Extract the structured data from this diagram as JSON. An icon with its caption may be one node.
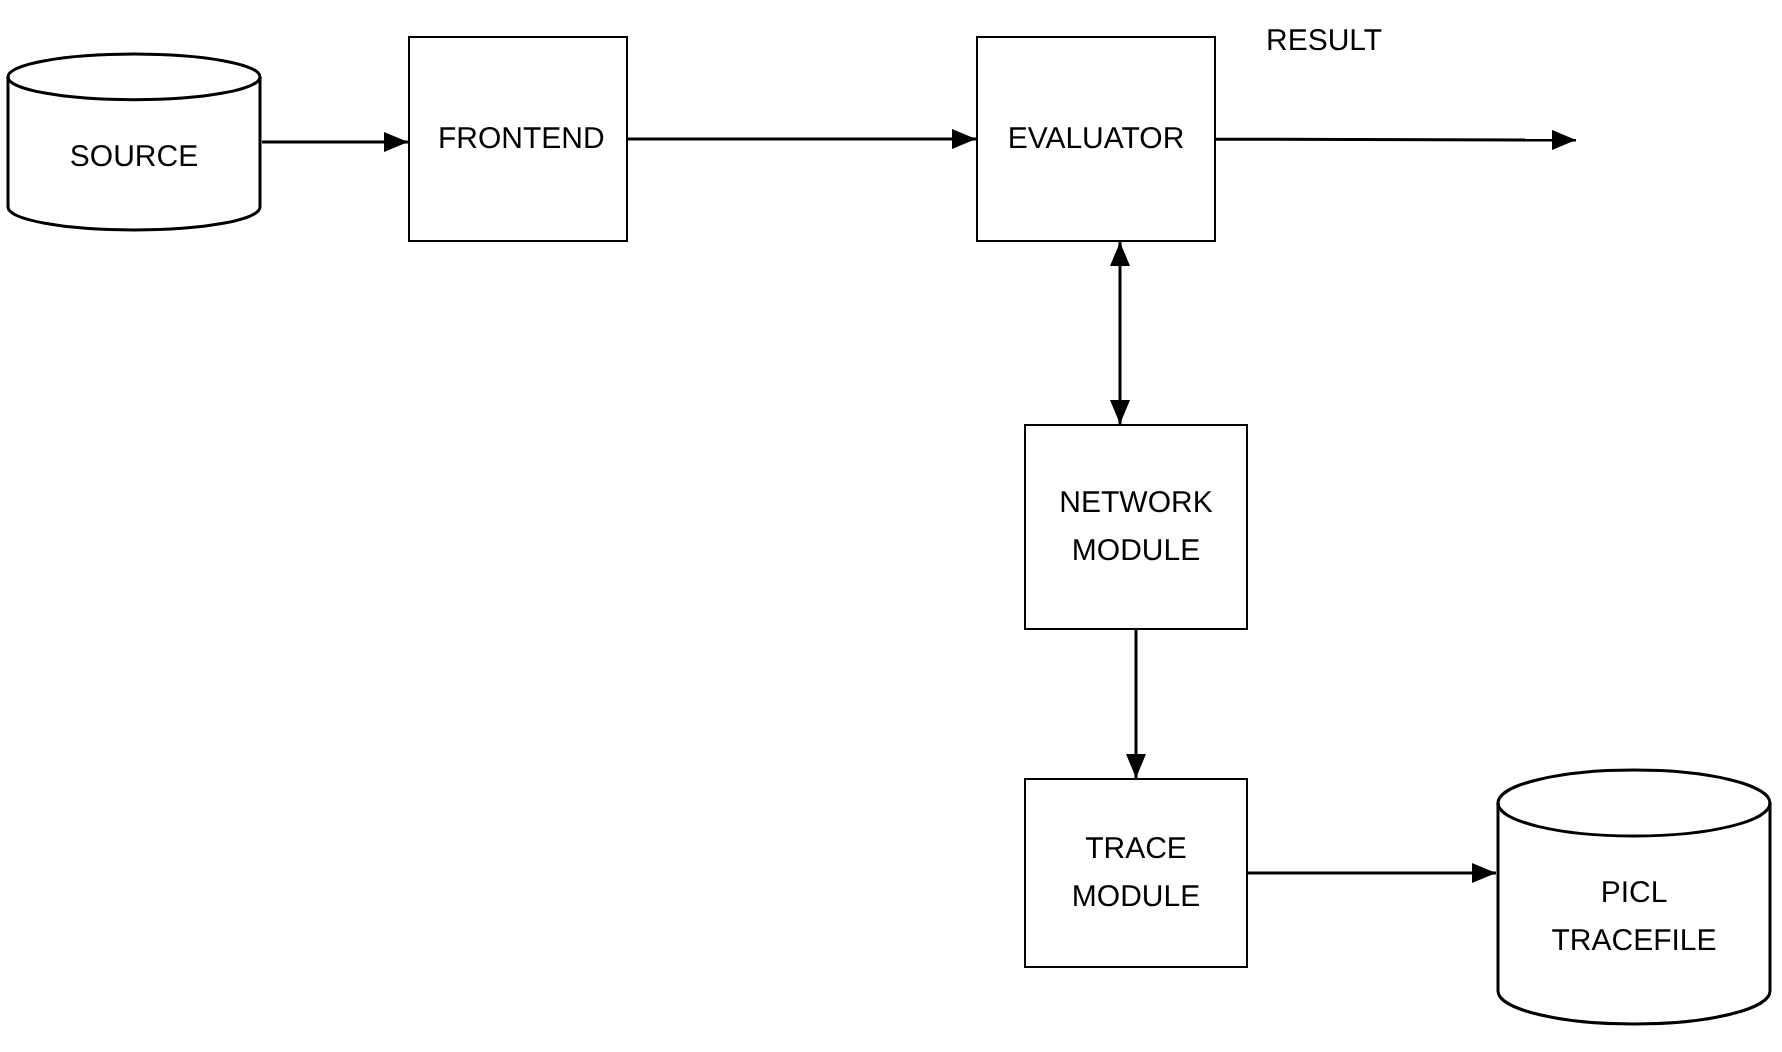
{
  "diagram": {
    "nodes": [
      {
        "text": [
          "SOURCE"
        ]
      },
      {
        "text": [
          "FRONTEND"
        ]
      },
      {
        "text": [
          "EVALUATOR"
        ]
      },
      {
        "text": [
          "NETWORK MODULE"
        ]
      },
      {
        "text": [
          "TRACE MODULE"
        ]
      },
      {
        "text": [
          "PICL TRACEFILE"
        ]
      }
    ],
    "edges": [
      {
        "from": 0,
        "to": 1,
        "arrow": "to"
      },
      {
        "from": 1,
        "to": 2,
        "arrow": "to"
      },
      {
        "from": 2,
        "to": null,
        "arrow": "to",
        "label": "RESULT"
      },
      {
        "from": 2,
        "to": 3,
        "arrow": "both"
      },
      {
        "from": 3,
        "to": 4,
        "arrow": "to"
      },
      {
        "from": 4,
        "to": 5,
        "arrow": "to"
      }
    ]
  }
}
